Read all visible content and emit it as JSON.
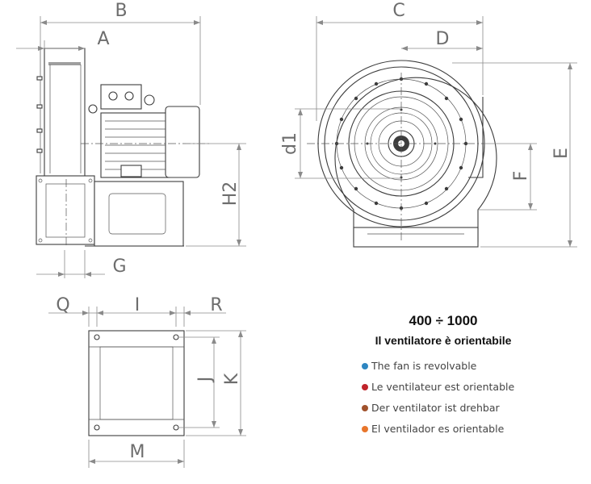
{
  "dimensions": {
    "A": "A",
    "B": "B",
    "C": "C",
    "D": "D",
    "E": "E",
    "F": "F",
    "G": "G",
    "H2": "H2",
    "d1": "d1",
    "I": "I",
    "J": "J",
    "K": "K",
    "M": "M",
    "Q": "Q",
    "R": "R"
  },
  "info": {
    "range": "400 ÷ 1000",
    "title": "Il ventilatore è orientabile",
    "translations": [
      {
        "text": "The fan is revolvable",
        "color": "#2e86c1"
      },
      {
        "text": "Le ventilateur est orientable",
        "color": "#c0242b"
      },
      {
        "text": "Der ventilator ist drehbar",
        "color": "#a0522d"
      },
      {
        "text": "El ventilador es orientable",
        "color": "#e8762c"
      }
    ]
  }
}
